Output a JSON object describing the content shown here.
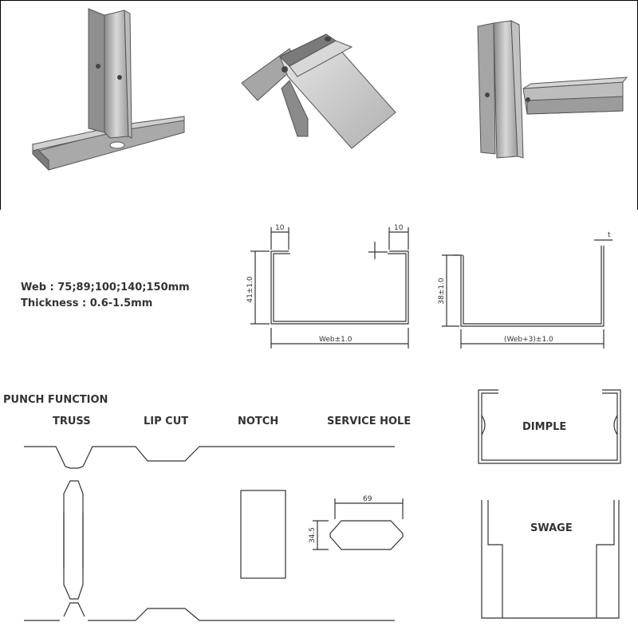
{
  "specs": {
    "web": "Web : 75;89;100;140;150mm",
    "thickness": "Thickness : 0.6-1.5mm"
  },
  "profile_a": {
    "lip_left": "10",
    "lip_right": "10",
    "height": "41±1.0",
    "width": "Web±1.0"
  },
  "profile_b": {
    "thickness": "t",
    "height": "38±1.0",
    "width": "(Web+3)±1.0"
  },
  "punch": {
    "heading": "PUNCH FUNCTION",
    "truss": "TRUSS",
    "lip_cut": "LIP CUT",
    "notch": "NOTCH",
    "service_hole": "SERVICE HOLE",
    "hole_width": "69",
    "hole_height": "34.5"
  },
  "dimple_label": "DIMPLE",
  "swage_label": "SWAGE"
}
